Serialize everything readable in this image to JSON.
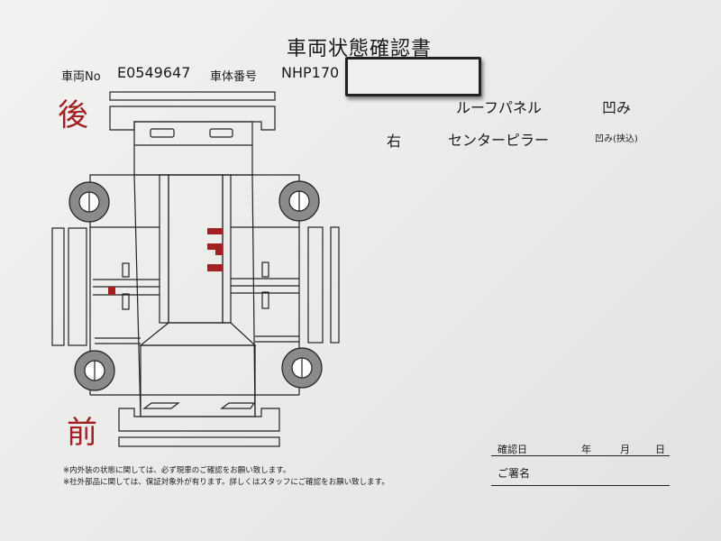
{
  "document": {
    "title": "車両状態確認書",
    "vehicle_no_label": "車両No",
    "vehicle_no": "E0549647",
    "chassis_no_label": "車体番号",
    "chassis_no": "NHP170",
    "direction_rear": "後",
    "direction_front": "前",
    "damage_notes": [
      {
        "side": "",
        "part": "ルーフパネル",
        "condition": "凹み"
      },
      {
        "side": "右",
        "part": "センターピラー",
        "condition": "凹み(挟込)"
      }
    ],
    "footnotes": [
      "※内外装の状態に関しては、必ず現車のご確認をお願い致します。",
      "※社外部品に関しては、保証対象外が有ります。詳しくはスタッフにご確認をお願い致します。"
    ],
    "confirm_date_label": "確認日",
    "year_label": "年",
    "month_label": "月",
    "day_label": "日",
    "signature_label": "ご署名"
  },
  "colors": {
    "damage_mark": "#a51e22",
    "line": "#222222",
    "tire": "#8a8a8a"
  }
}
